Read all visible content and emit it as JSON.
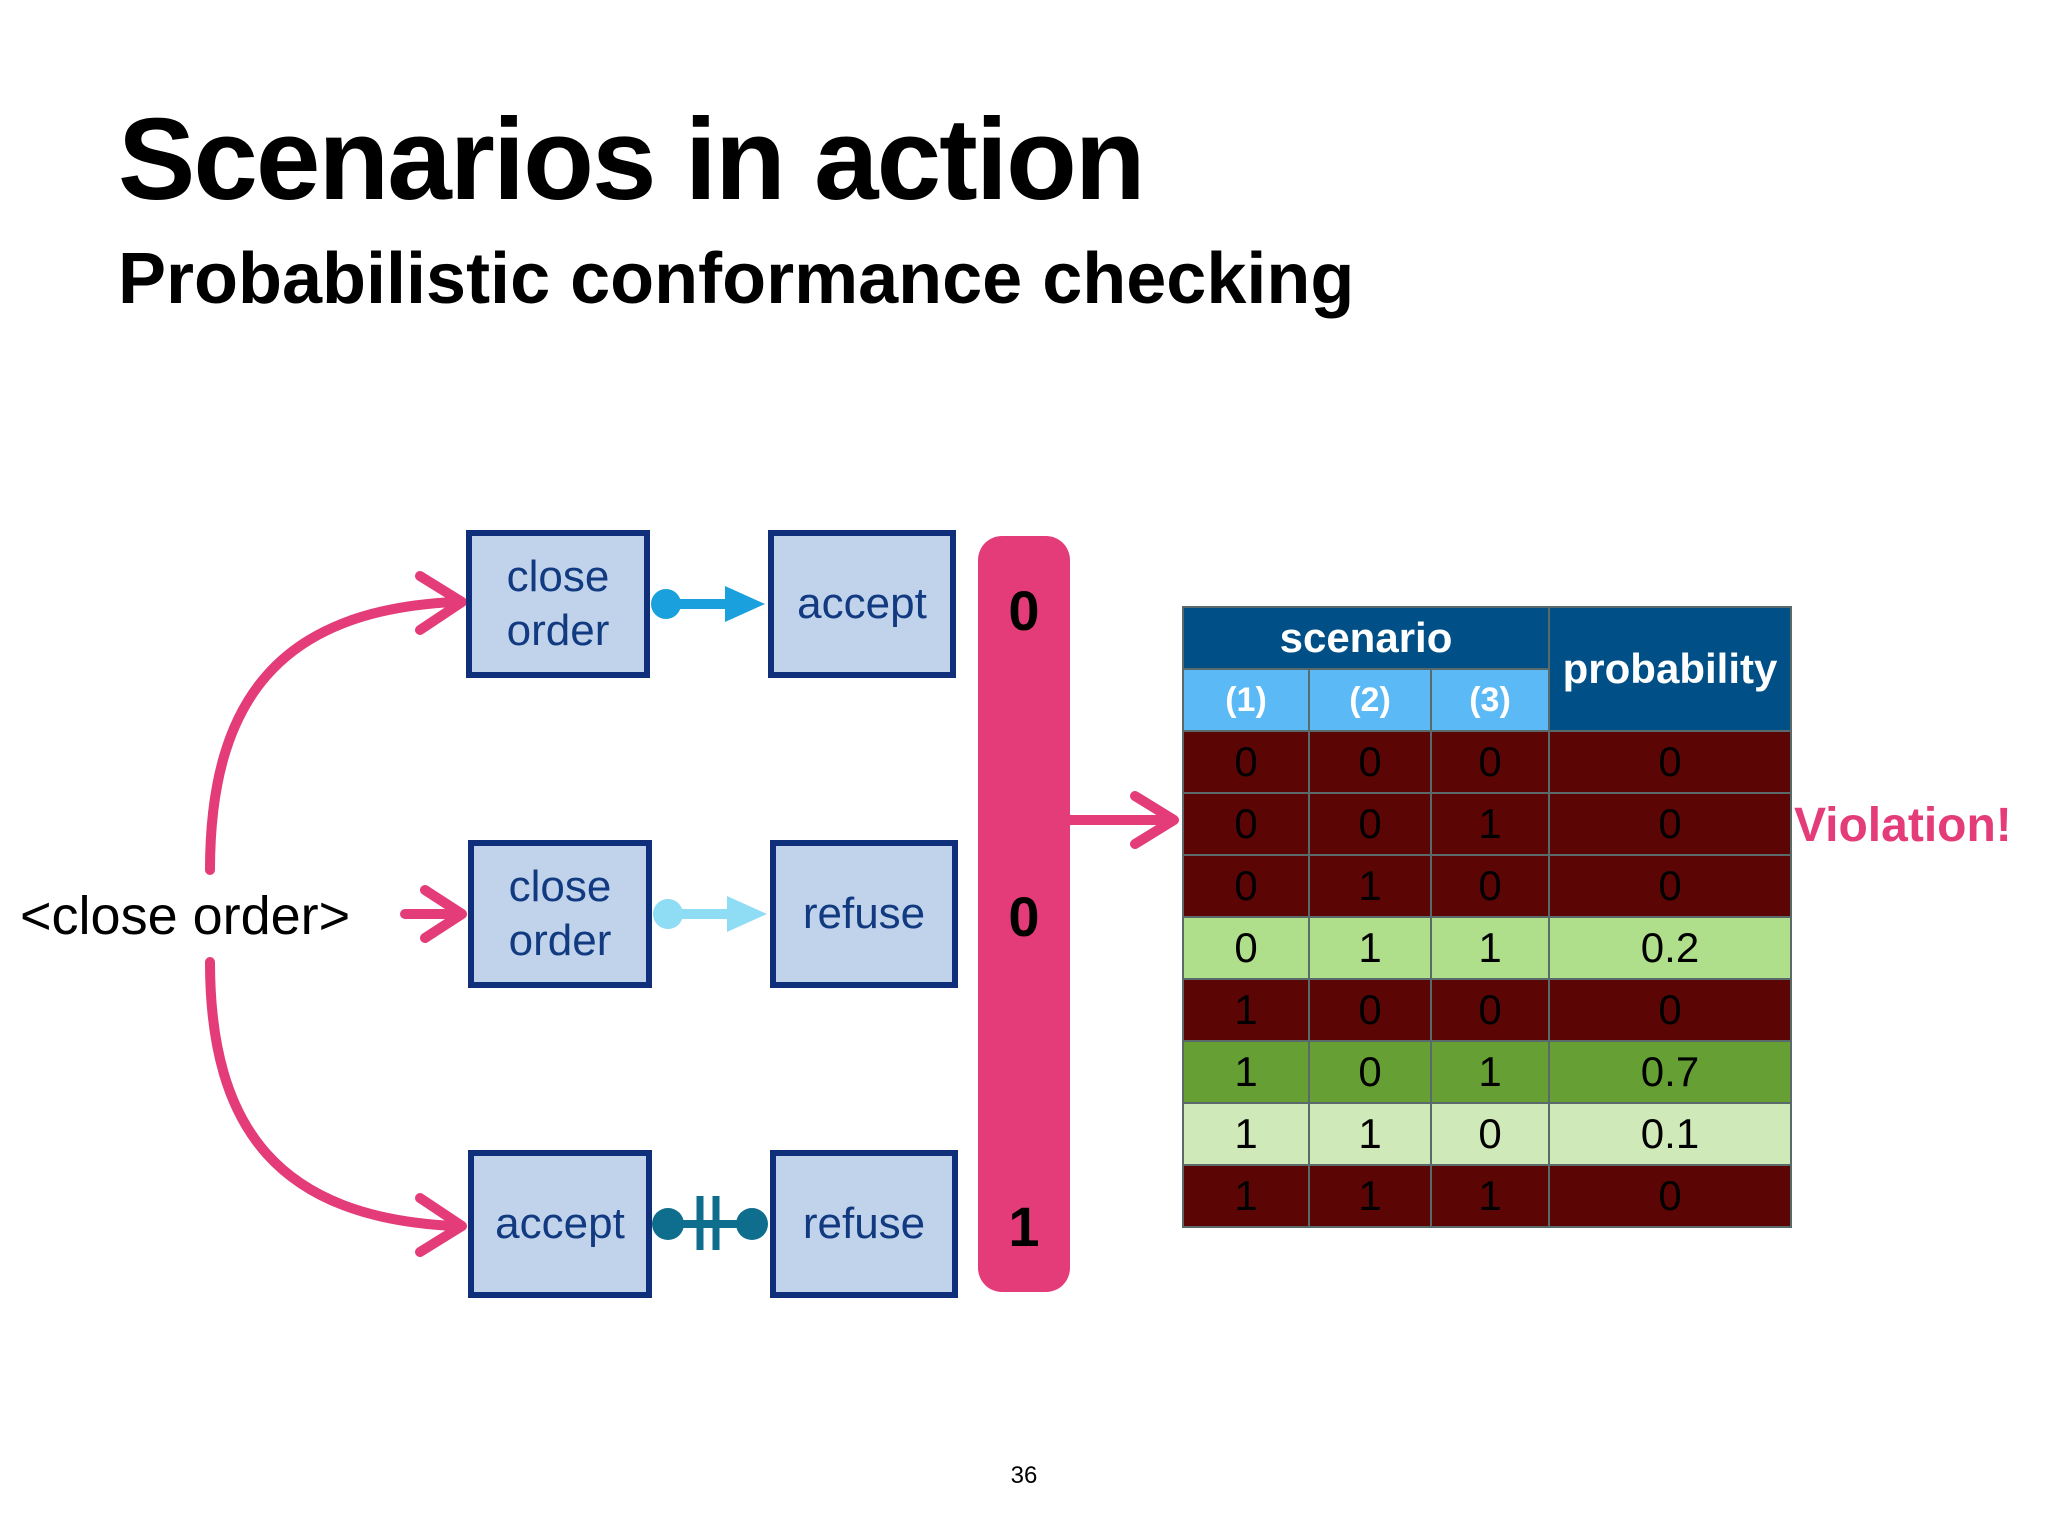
{
  "slide": {
    "title": "Scenarios in action",
    "subtitle": "Probabilistic conformance checking",
    "page_number": "36"
  },
  "diagram": {
    "input_label": "<close order>",
    "constraints": [
      {
        "source": "close\norder",
        "target": "accept",
        "value": "0"
      },
      {
        "source": "close\norder",
        "target": "refuse",
        "value": "0"
      },
      {
        "source": "accept",
        "target": "refuse",
        "value": "1"
      }
    ],
    "violation_label": "Violation!",
    "colors": {
      "arrow": "#e33c78",
      "box_fill": "#c1d3eb",
      "box_border": "#0f2f7a",
      "response_connector": "#1aa0dc",
      "light_connector": "#8fdcf5",
      "not_coexistence_connector": "#0f6e8e"
    }
  },
  "table": {
    "group_header": "scenario",
    "probability_header": "probability",
    "scenario_headers": [
      "(1)",
      "(2)",
      "(3)"
    ],
    "rows": [
      {
        "cells": [
          "0",
          "0",
          "0"
        ],
        "probability": "0",
        "status": "violation"
      },
      {
        "cells": [
          "0",
          "0",
          "1"
        ],
        "probability": "0",
        "status": "violation"
      },
      {
        "cells": [
          "0",
          "1",
          "0"
        ],
        "probability": "0",
        "status": "violation"
      },
      {
        "cells": [
          "0",
          "1",
          "1"
        ],
        "probability": "0.2",
        "status": "light"
      },
      {
        "cells": [
          "1",
          "0",
          "0"
        ],
        "probability": "0",
        "status": "violation"
      },
      {
        "cells": [
          "1",
          "0",
          "1"
        ],
        "probability": "0.7",
        "status": "strong"
      },
      {
        "cells": [
          "1",
          "1",
          "0"
        ],
        "probability": "0.1",
        "status": "pale"
      },
      {
        "cells": [
          "1",
          "1",
          "1"
        ],
        "probability": "0",
        "status": "violation"
      }
    ],
    "status_colors": {
      "violation": "#5c0505",
      "light": "#b0df8c",
      "strong": "#66a034",
      "pale": "#d0e9b8"
    }
  }
}
